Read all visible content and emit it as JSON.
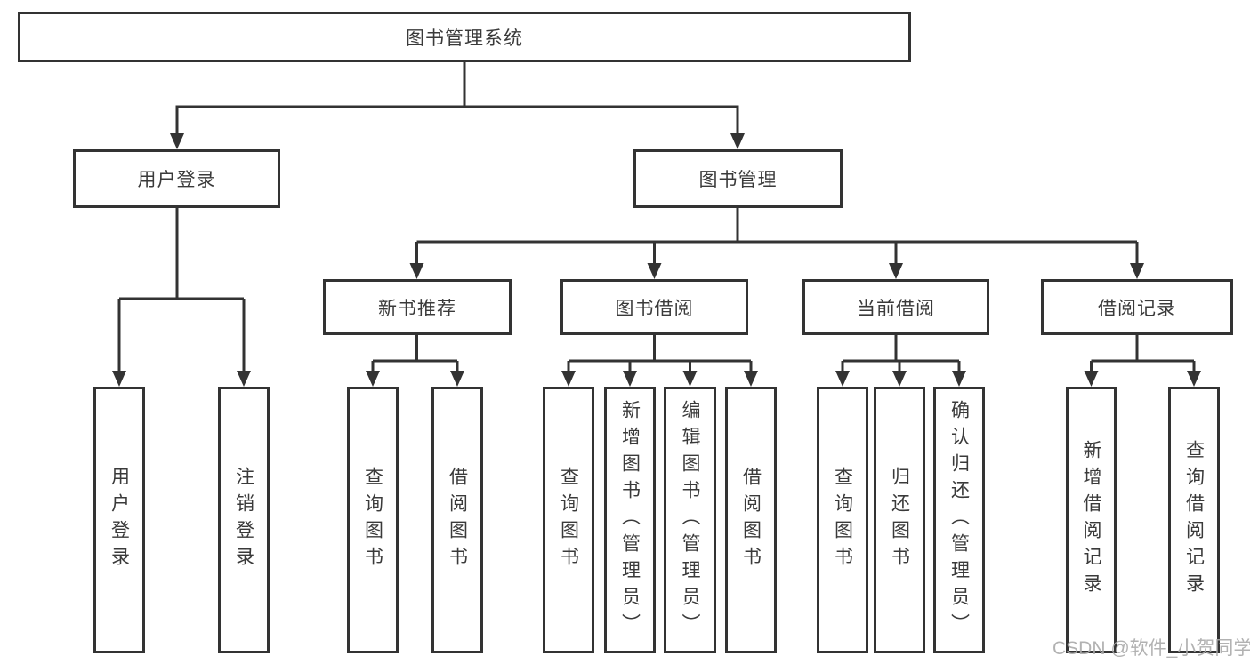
{
  "tree": {
    "label": "图书管理系统",
    "children": [
      {
        "label": "用户登录",
        "children": [
          {
            "label": "用户登录"
          },
          {
            "label": "注销登录"
          }
        ]
      },
      {
        "label": "图书管理",
        "children": [
          {
            "label": "新书推荐",
            "children": [
              {
                "label": "查询图书"
              },
              {
                "label": "借阅图书"
              }
            ]
          },
          {
            "label": "图书借阅",
            "children": [
              {
                "label": "查询图书"
              },
              {
                "label": "新增图书（管理员）"
              },
              {
                "label": "编辑图书（管理员）"
              },
              {
                "label": "借阅图书"
              }
            ]
          },
          {
            "label": "当前借阅",
            "children": [
              {
                "label": "查询图书"
              },
              {
                "label": "归还图书"
              },
              {
                "label": "确认归还（管理员）"
              }
            ]
          },
          {
            "label": "借阅记录",
            "children": [
              {
                "label": "新增借阅记录"
              },
              {
                "label": "查询借阅记录"
              }
            ]
          }
        ]
      }
    ]
  },
  "watermark": {
    "text": "CSDN @软件_小贺同学"
  },
  "colors": {
    "line": "#333333",
    "text": "#3a3a3a",
    "watermark": "#aaaaaa",
    "background": "#ffffff"
  }
}
